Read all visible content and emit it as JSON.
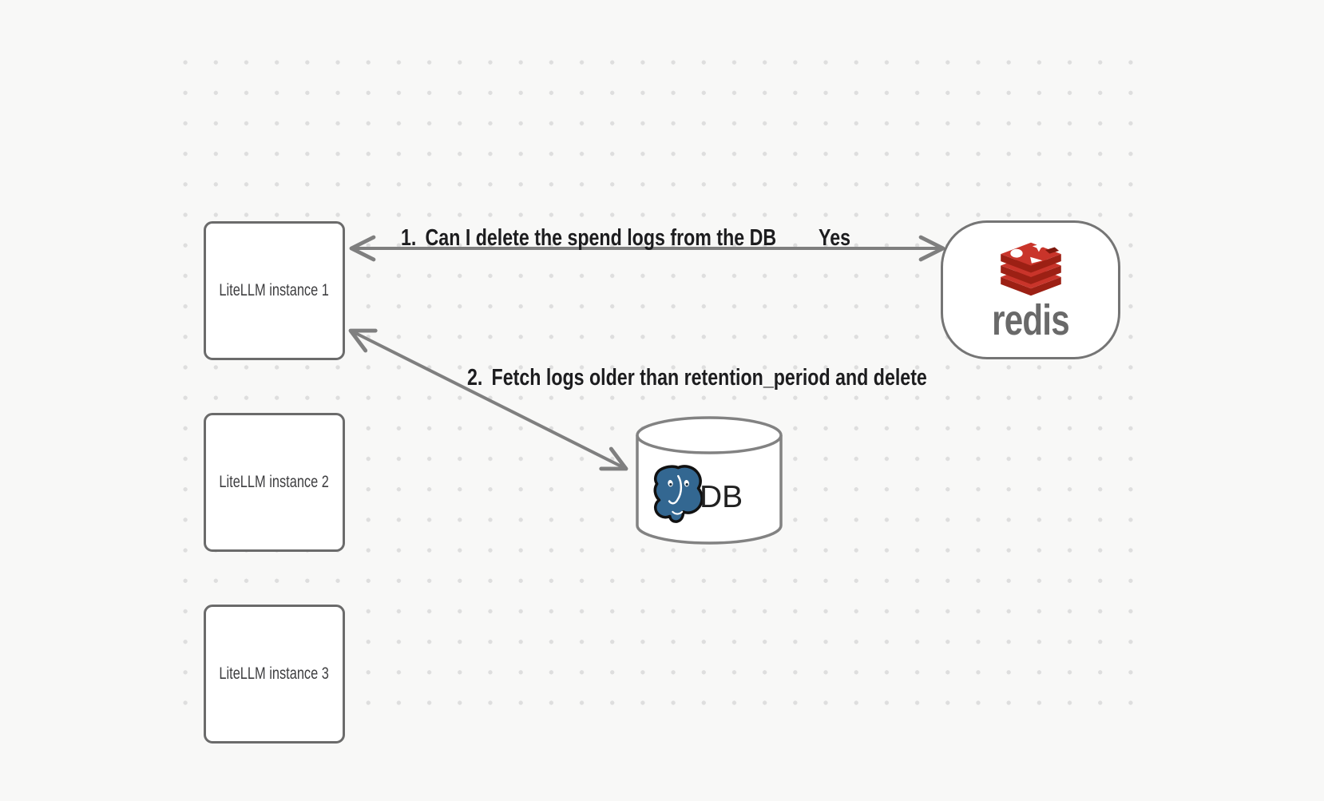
{
  "canvas": {
    "background": "#f8f8f7",
    "dot_color": "#dedede"
  },
  "nodes": {
    "instances": [
      {
        "label": "LiteLLM instance 1"
      },
      {
        "label": "LiteLLM instance 2"
      },
      {
        "label": "LiteLLM instance 3"
      }
    ],
    "redis": {
      "wordmark": "redis"
    },
    "database": {
      "label": "DB"
    }
  },
  "annotations": {
    "step1": {
      "number": "1.",
      "text": "Can I delete the spend logs from the DB",
      "answer": "Yes"
    },
    "step2": {
      "number": "2.",
      "text": "Fetch logs older than retention_period and delete"
    }
  },
  "colors": {
    "box_border": "#6b6b6b",
    "redis_border": "#757575",
    "cylinder_border": "#828282",
    "arrow": "#7f7f7f",
    "annotation_text": "#1d1d1f",
    "node_label_text": "#3e3e40",
    "redis_red_bright": "#c9342a",
    "redis_red_dark": "#9c2014",
    "redis_wordmark_gray": "#696969",
    "postgres_blue": "#336791",
    "db_text": "#212121"
  }
}
